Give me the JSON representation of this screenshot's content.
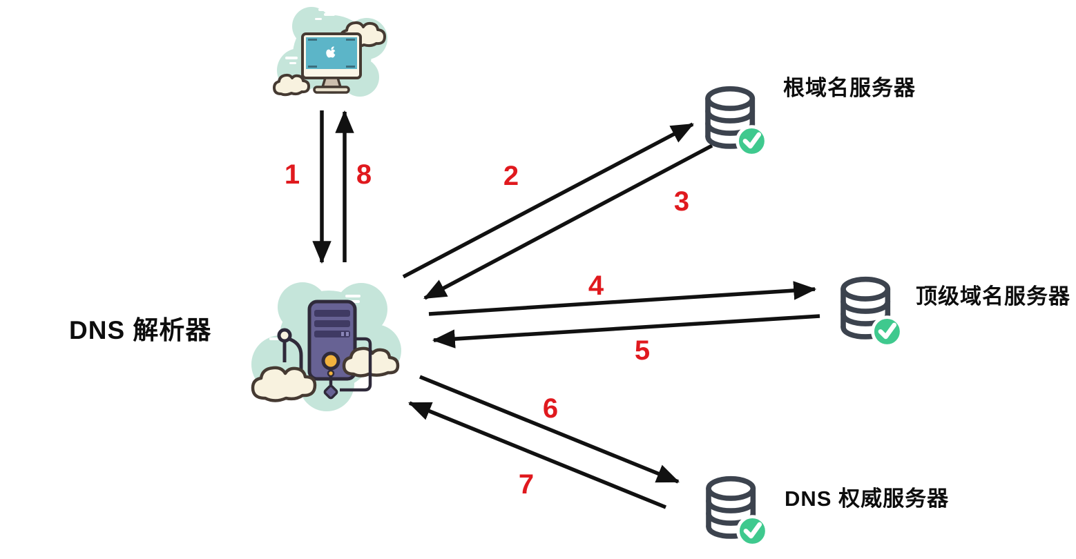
{
  "nodes": {
    "client": {
      "icon": "computer-icon"
    },
    "resolver": {
      "icon": "server-tower-icon",
      "label": "DNS 解析器"
    },
    "root": {
      "icon": "database-icon",
      "label": "根域名服务器"
    },
    "tld": {
      "icon": "database-icon",
      "label": "顶级域名服务器"
    },
    "authoritative": {
      "icon": "database-icon",
      "label": "DNS 权威服务器"
    }
  },
  "steps": [
    {
      "label": "1",
      "from": "client",
      "to": "resolver"
    },
    {
      "label": "2",
      "from": "resolver",
      "to": "root"
    },
    {
      "label": "3",
      "from": "root",
      "to": "resolver"
    },
    {
      "label": "4",
      "from": "resolver",
      "to": "tld"
    },
    {
      "label": "5",
      "from": "tld",
      "to": "resolver"
    },
    {
      "label": "6",
      "from": "resolver",
      "to": "authoritative"
    },
    {
      "label": "7",
      "from": "authoritative",
      "to": "resolver"
    },
    {
      "label": "8",
      "from": "resolver",
      "to": "client"
    }
  ],
  "colors": {
    "step_number": "#e0191e",
    "arrow": "#111111",
    "label_text": "#0d0d0d",
    "database_icon": "#3c434e",
    "check_green": "#3fc98e",
    "mint_blob": "#c5e5da",
    "screen_teal": "#5cb5c8",
    "cloud_cream": "#f8f2df",
    "outline_dark": "#453a32",
    "server_purple": "#676294",
    "server_slot_purple": "#3f3a63",
    "button_yellow": "#f2b23e"
  }
}
